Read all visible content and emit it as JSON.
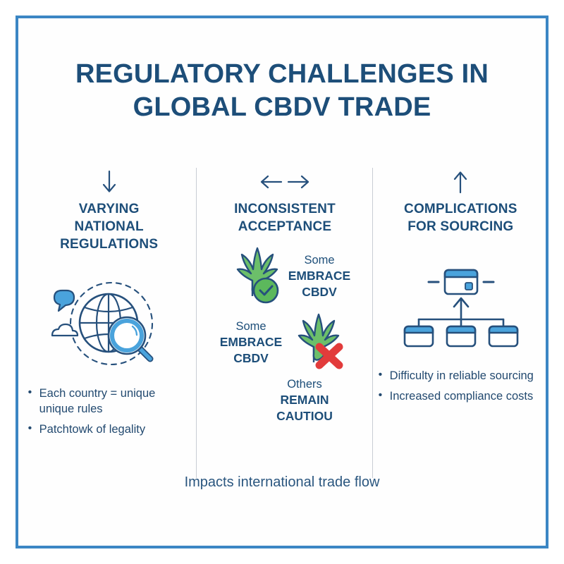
{
  "theme": {
    "border_color": "#3b86c4",
    "title_color": "#1d4e79",
    "text_color": "#234a70",
    "divider_color": "#c8ccd4",
    "leaf_green": "#6cbf6a",
    "check_green": "#5cb85c",
    "cross_red": "#e23b3b",
    "accent_light_blue": "#4aa3dc",
    "background": "#ffffff"
  },
  "title": {
    "line1": "REGULATORY CHALLENGES IN",
    "line2": "GLOBAL CBDV TRADE"
  },
  "columns": [
    {
      "icon": "arrow-down-icon",
      "heading_line1": "VARYING",
      "heading_line2": "NATIONAL REGULATIONS",
      "art": "globe-magnifier-icon",
      "bullets": [
        "Each country = unique unique rules",
        "Patchtowk of legality"
      ]
    },
    {
      "icon": "arrow-left-right-icon",
      "heading_line1": "INCONSISTENT",
      "heading_line2": "ACCEPTANCE",
      "art": "cannabis-leaf-icons",
      "statements": [
        {
          "art": "leaf-check-icon",
          "plain": "Some",
          "strong_line1": "EMBRACE",
          "strong_line2": "CBDV",
          "label_side": "right"
        },
        {
          "art": "leaf-cross-icon",
          "plain": "Some",
          "strong_line1": "EMBRACE",
          "strong_line2": "CBDV",
          "label_side": "left"
        }
      ],
      "caption": {
        "plain": "Others",
        "strong_line1": "REMAIN",
        "strong_line2": "CAUTIOU"
      }
    },
    {
      "icon": "arrow-up-icon",
      "heading_line1": "COMPLICATIONS",
      "heading_line2": "FOR SOURCING",
      "art": "supply-chain-boxes-icon",
      "bullets": [
        "Difficulty in reliable sourcing",
        "Increased compliance costs"
      ]
    }
  ],
  "footer": {
    "text": "Impacts international trade flow"
  }
}
